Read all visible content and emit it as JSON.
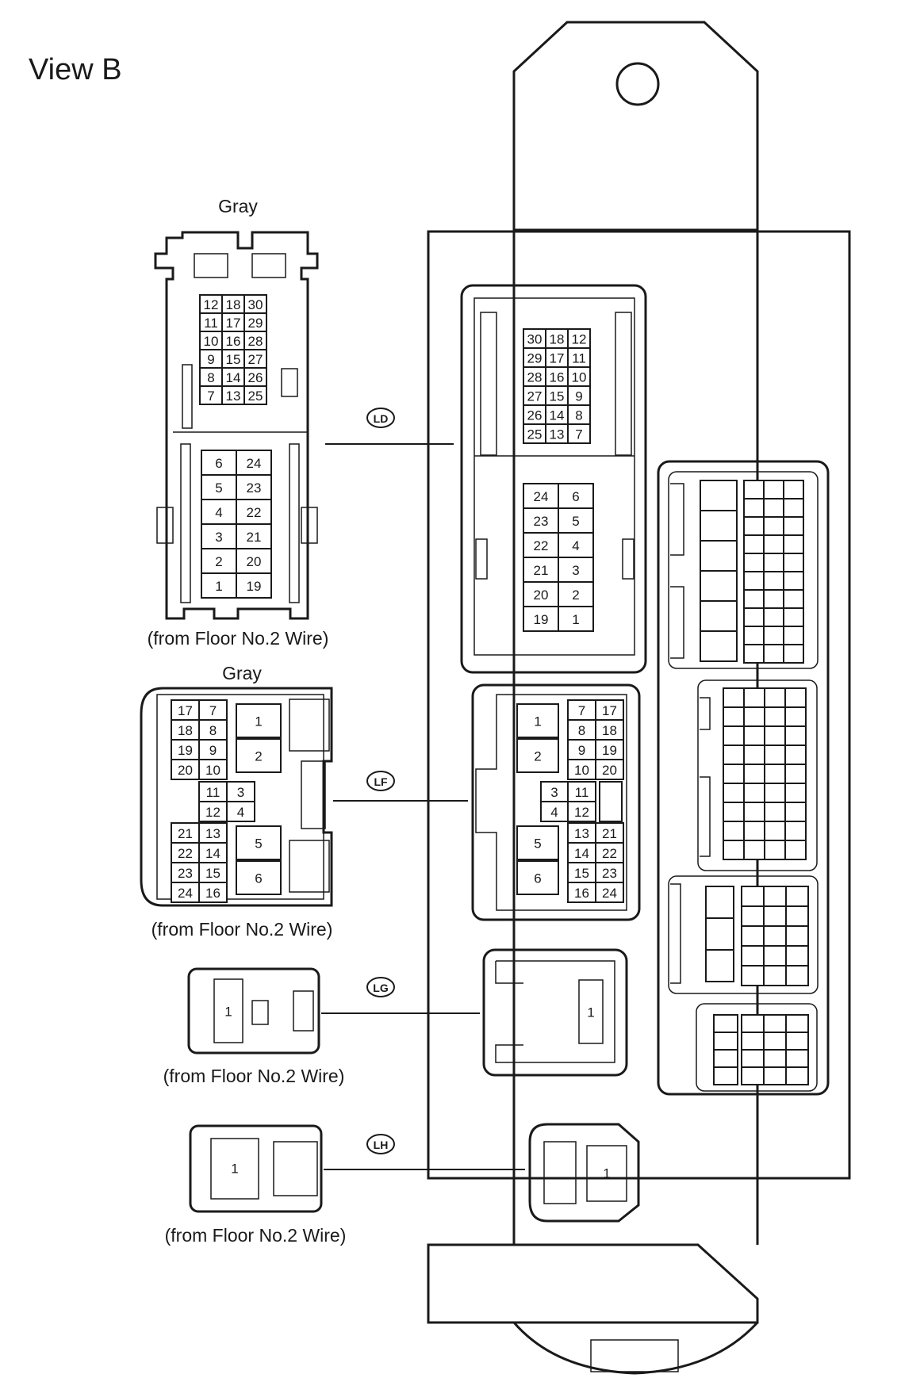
{
  "title": "View B",
  "connectors": [
    {
      "code": "LD",
      "color": "Gray",
      "source": "(from Floor No.2 Wire)",
      "pins_top": [
        [
          "12",
          "18",
          "30"
        ],
        [
          "11",
          "17",
          "29"
        ],
        [
          "10",
          "16",
          "28"
        ],
        [
          "9",
          "15",
          "27"
        ],
        [
          "8",
          "14",
          "26"
        ],
        [
          "7",
          "13",
          "25"
        ]
      ],
      "pins_bottom": [
        [
          "6",
          "24"
        ],
        [
          "5",
          "23"
        ],
        [
          "4",
          "22"
        ],
        [
          "3",
          "21"
        ],
        [
          "2",
          "20"
        ],
        [
          "1",
          "19"
        ]
      ],
      "block_top": [
        [
          "30",
          "18",
          "12"
        ],
        [
          "29",
          "17",
          "11"
        ],
        [
          "28",
          "16",
          "10"
        ],
        [
          "27",
          "15",
          "9"
        ],
        [
          "26",
          "14",
          "8"
        ],
        [
          "25",
          "13",
          "7"
        ]
      ],
      "block_bottom": [
        [
          "24",
          "6"
        ],
        [
          "23",
          "5"
        ],
        [
          "22",
          "4"
        ],
        [
          "21",
          "3"
        ],
        [
          "20",
          "2"
        ],
        [
          "19",
          "1"
        ]
      ]
    },
    {
      "code": "LF",
      "color": "Gray",
      "source": "(from Floor No.2 Wire)",
      "pins_left": [
        [
          "17",
          "7"
        ],
        [
          "18",
          "8"
        ],
        [
          "19",
          "9"
        ],
        [
          "20",
          "10"
        ]
      ],
      "pins_mid": [
        [
          "11",
          "3"
        ],
        [
          "12",
          "4"
        ]
      ],
      "pins_low": [
        [
          "21",
          "13"
        ],
        [
          "22",
          "14"
        ],
        [
          "23",
          "15"
        ],
        [
          "24",
          "16"
        ]
      ],
      "pins_big": [
        "1",
        "2",
        "5",
        "6"
      ],
      "block_big": [
        "1",
        "2",
        "5",
        "6"
      ],
      "block_mid": [
        "3",
        "4"
      ],
      "block_right": [
        [
          "7",
          "17"
        ],
        [
          "8",
          "18"
        ],
        [
          "9",
          "19"
        ],
        [
          "10",
          "20"
        ]
      ],
      "block_mid2": [
        "11",
        "12"
      ],
      "block_low": [
        [
          "13",
          "21"
        ],
        [
          "14",
          "22"
        ],
        [
          "15",
          "23"
        ],
        [
          "16",
          "24"
        ]
      ]
    },
    {
      "code": "LG",
      "source": "(from Floor No.2 Wire)",
      "pin": "1",
      "block_pin": "1"
    },
    {
      "code": "LH",
      "source": "(from Floor No.2 Wire)",
      "pin": "1",
      "block_pin": "1"
    }
  ]
}
